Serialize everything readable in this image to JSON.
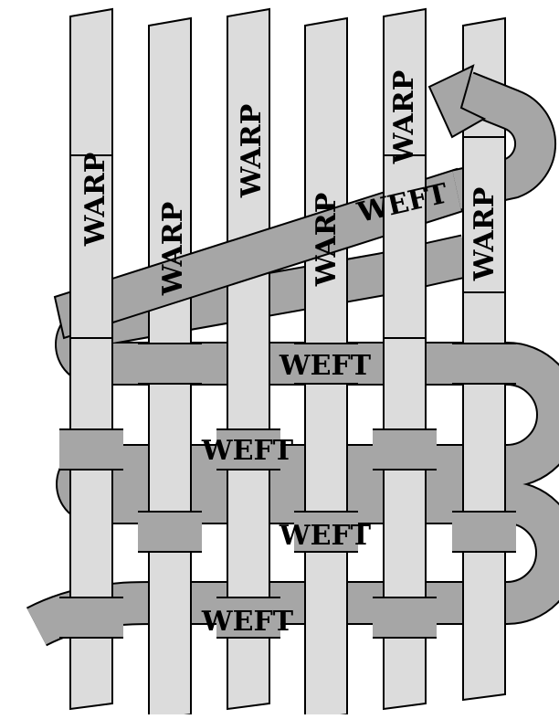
{
  "labels": {
    "warp": [
      "WARP",
      "WARP",
      "WARP",
      "WARP",
      "WARP",
      "WARP"
    ],
    "weft": [
      "WEFT",
      "WEFT",
      "WEFT",
      "WEFT",
      "WEFT"
    ]
  },
  "colors": {
    "warp_fill": "#dcdcdc",
    "weft_fill": "#a6a6a6",
    "outline": "#000000",
    "background": "#ffffff"
  }
}
